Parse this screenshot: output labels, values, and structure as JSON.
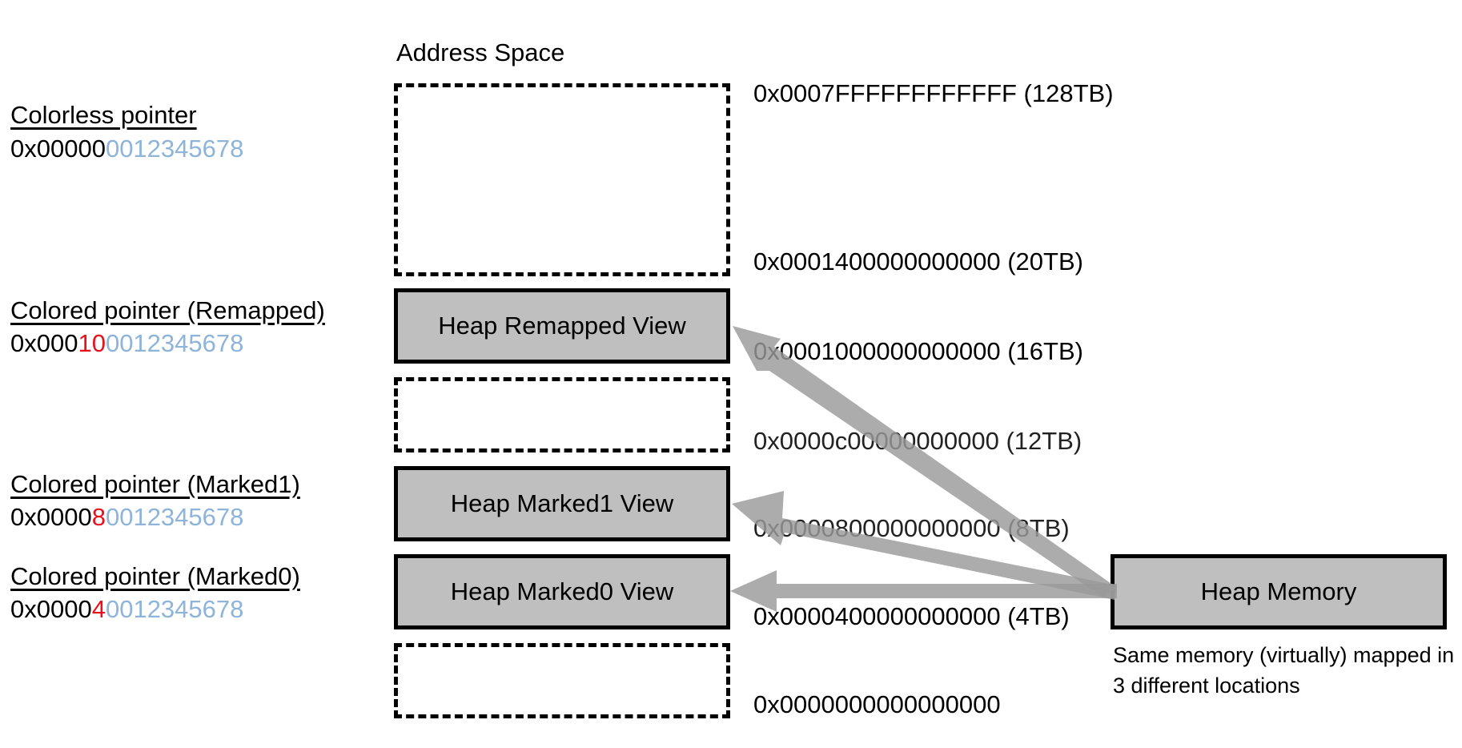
{
  "address_space": {
    "title": "Address Space"
  },
  "pointers": [
    {
      "title": "Colorless pointer",
      "prefix": "0x00000",
      "color_bits": "",
      "suffix": "0012345678"
    },
    {
      "title": "Colored pointer (Remapped)",
      "prefix": "0x000",
      "color_bits": "10",
      "suffix": "0012345678"
    },
    {
      "title": "Colored pointer (Marked1)",
      "prefix": "0x0000",
      "color_bits": "8",
      "suffix": "0012345678"
    },
    {
      "title": "Colored pointer (Marked0)",
      "prefix": "0x0000",
      "color_bits": "4",
      "suffix": "0012345678"
    }
  ],
  "views": {
    "remapped": "Heap Remapped View",
    "marked1": "Heap Marked1 View",
    "marked0": "Heap Marked0 View"
  },
  "addresses": {
    "a128": "0x0007FFFFFFFFFFFF (128TB)",
    "a20": "0x0001400000000000 (20TB)",
    "a16": "0x0001000000000000 (16TB)",
    "a12": "0x0000c00000000000 (12TB)",
    "a8": "0x0000800000000000 (8TB)",
    "a4": "0x0000400000000000 (4TB)",
    "a0": "0x0000000000000000"
  },
  "heap_memory": {
    "label": "Heap Memory",
    "note": "Same memory (virtually) mapped in 3 different locations"
  },
  "colors": {
    "pointer_low_bits": "#8eb4d9",
    "pointer_color_bits": "#e8121e",
    "view_fill": "#bfbfbf",
    "arrow": "#9a9a9a"
  }
}
